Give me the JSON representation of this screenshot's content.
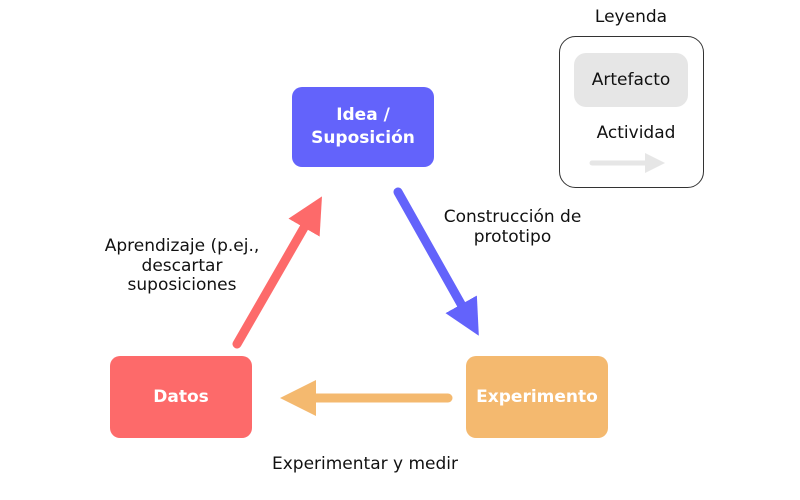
{
  "nodes": {
    "idea": "Idea / Suposición",
    "datos": "Datos",
    "experimento": "Experimento"
  },
  "edges": {
    "construccion": "Construcción de prototipo",
    "experimentar": "Experimentar y medir",
    "aprendizaje": "Aprendizaje (p.ej., descartar suposiciones"
  },
  "legend": {
    "title": "Leyenda",
    "artifact": "Artefacto",
    "activity": "Actividad"
  },
  "colors": {
    "idea": "#6363fb",
    "datos": "#fd6a6a",
    "experimento": "#f4b96f",
    "legend_gray": "#e6e6e6"
  }
}
